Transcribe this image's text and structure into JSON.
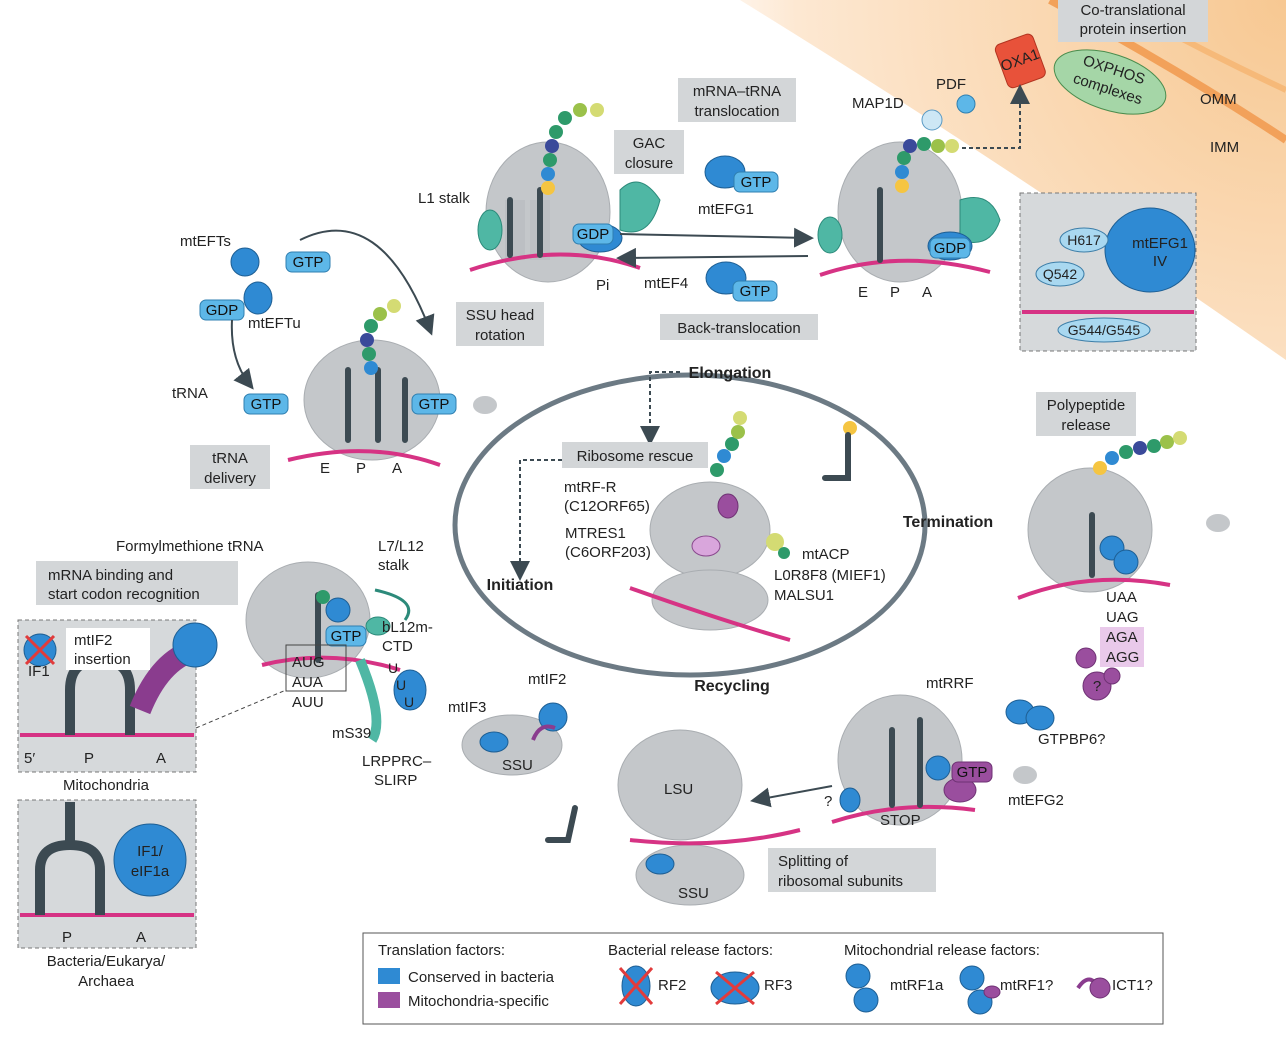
{
  "labels": {
    "co_translational": [
      "Co-translational",
      "protein insertion"
    ],
    "oxa1": "OXA1",
    "oxphos": [
      "OXPHOS",
      "complexes"
    ],
    "omm": "OMM",
    "imm": "IMM",
    "pdf": "PDF",
    "map1d": "MAP1D",
    "mrna_trna": [
      "mRNA–tRNA",
      "translocation"
    ],
    "gac": [
      "GAC",
      "closure"
    ],
    "l1_stalk": "L1 stalk",
    "gtp": "GTP",
    "gdp": "GDP",
    "mtefg1": "mtEFG1",
    "mtef4": "mtEF4",
    "pi": "Pi",
    "ssu_head": [
      "SSU head",
      "rotation"
    ],
    "back_translocation": "Back-translocation",
    "site_e": "E",
    "site_p": "P",
    "site_a": "A",
    "h617": "H617",
    "q542": "Q542",
    "mtefg1_iv": [
      "mtEFG1",
      "IV"
    ],
    "g544": "G544/G545",
    "mtefts": "mtEFTs",
    "mteftu": "mtEFTu",
    "trna": "tRNA",
    "trna_delivery": [
      "tRNA",
      "delivery"
    ],
    "elongation": "Elongation",
    "termination": "Termination",
    "initiation": "Initiation",
    "recycling": "Recycling",
    "ribosome_rescue": "Ribosome rescue",
    "mtrfr": [
      "mtRF-R",
      "(C12ORF65)"
    ],
    "mtres1": [
      "MTRES1",
      "(C6ORF203)"
    ],
    "mtacp": "mtACP",
    "l0r8f8": "L0R8F8 (MIEF1)",
    "malsu1": "MALSU1",
    "polypeptide_release": [
      "Polypeptide",
      "release"
    ],
    "stop_codons": [
      "UAA",
      "UAG",
      "AGA",
      "AGG"
    ],
    "question": "?",
    "formylmethionine": "Formylmethione tRNA",
    "l7l12": [
      "L7/L12",
      "stalk"
    ],
    "mrna_binding": [
      "mRNA binding and",
      "start codon recognition"
    ],
    "bl12m": [
      "bL12m-",
      "CTD"
    ],
    "start_codons": [
      "AUG",
      "AUA",
      "AUU"
    ],
    "ms39": "mS39",
    "lrpprc": [
      "LRPPRC–",
      "SLIRP"
    ],
    "uuu": [
      "U",
      "U",
      "U"
    ],
    "if1": "IF1",
    "mtif2_insertion": [
      "mtIF2",
      "insertion"
    ],
    "five_prime": "5′",
    "mitochondria": "Mitochondria",
    "if1_eif1a": [
      "IF1/",
      "eIF1a"
    ],
    "bacteria": [
      "Bacteria/Eukarya/",
      "Archaea"
    ],
    "mtif3": "mtIF3",
    "mtif2": "mtIF2",
    "ssu": "SSU",
    "lsu": "LSU",
    "mtrrf": "mtRRF",
    "gtpbp6": "GTPBP6?",
    "mtefg2": "mtEFG2",
    "stop": "STOP",
    "splitting": [
      "Splitting of",
      "ribosomal subunits"
    ]
  },
  "legend": {
    "translation_factors": "Translation factors:",
    "conserved": "Conserved in bacteria",
    "mito_specific": "Mitochondria-specific",
    "bacterial_rf": "Bacterial release factors:",
    "rf2": "RF2",
    "rf3": "RF3",
    "mito_rf": "Mitochondrial release factors:",
    "mtrf1a": "mtRF1a",
    "mtrf1": "mtRF1?",
    "ict1": "ICT1?"
  },
  "colors": {
    "conserved": "#2f8ad3",
    "mito_specific": "#9a4e9e",
    "mrna": "#d63384",
    "teal": "#4fb7a4",
    "label_box": "#d3d6d8"
  }
}
